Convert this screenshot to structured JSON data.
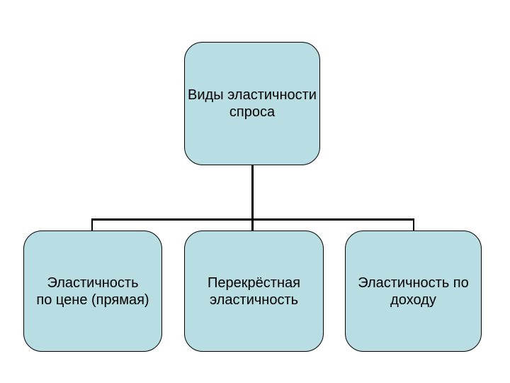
{
  "nodes": {
    "root": {
      "label": "Виды эластичности\nспроса"
    },
    "children": [
      {
        "label": "Эластичность\nпо цене (прямая)"
      },
      {
        "label": "Перекрёстная\nэластичность"
      },
      {
        "label": "Эластичность по\nдоходу"
      }
    ]
  },
  "colors": {
    "background": "#ffffff",
    "node_fill": "#b8dde2",
    "node_border": "#000000",
    "connector": "#000000",
    "text": "#000000"
  }
}
